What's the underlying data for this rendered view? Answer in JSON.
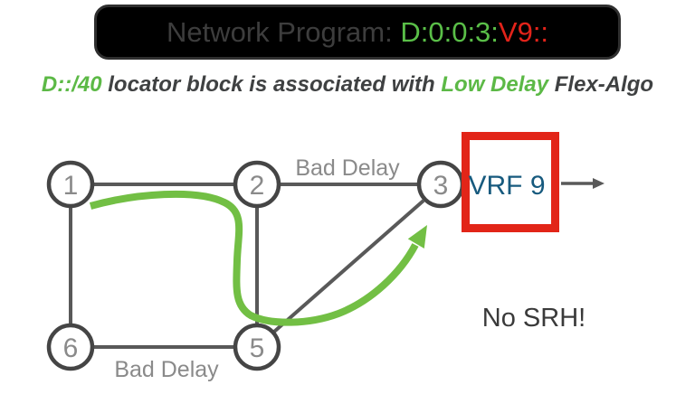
{
  "banner": {
    "prefix": "Network Program: ",
    "locator_text": "D:0:0:3:",
    "vrf_text": "V9::"
  },
  "subtitle": {
    "locator": "D::/40",
    "middle": " locator block is associated with ",
    "algo": "Low Delay",
    "tail": " Flex-Algo"
  },
  "topology": {
    "nodes": [
      {
        "label": "1"
      },
      {
        "label": "2"
      },
      {
        "label": "3"
      },
      {
        "label": "6"
      },
      {
        "label": "5"
      }
    ],
    "link_labels": {
      "top": "Bad Delay",
      "bottom": "Bad Delay"
    }
  },
  "vrf_box": {
    "label": "VRF 9"
  },
  "annotations": {
    "no_srh": "No SRH!"
  },
  "colors": {
    "banner_fill": "#000000",
    "banner_text": "#3d3d3d",
    "locator_green": "#5abf48",
    "vrf_red": "#e2231a",
    "path_green": "#72bf44",
    "link_gray": "#595959",
    "node_stroke_gray": "#454545",
    "label_gray": "#8a8a8a",
    "vrf_box_red": "#e22518",
    "vrf_text_blue": "#175a7e",
    "no_srh_text": "#3a3a3a"
  }
}
